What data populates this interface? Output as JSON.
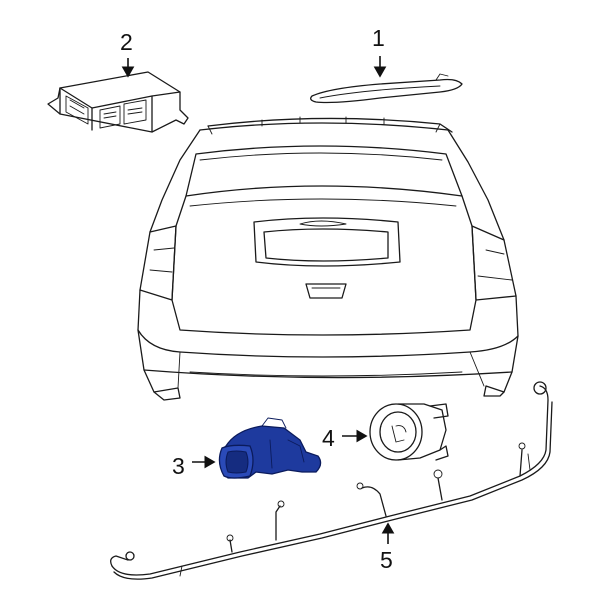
{
  "callouts": {
    "c1": "1",
    "c2": "2",
    "c3": "3",
    "c4": "4",
    "c5": "5"
  },
  "colors": {
    "highlight_fill": "#1e3a9e",
    "highlight_stroke": "#0b1b5c",
    "line": "#1a1a1a"
  },
  "parts": {
    "p1": "rear-spoiler-strip-icon",
    "p2": "control-module-icon",
    "p3": "parking-sensor-icon",
    "p4": "sensor-retainer-ring-icon",
    "p5": "wiring-harness-icon"
  }
}
